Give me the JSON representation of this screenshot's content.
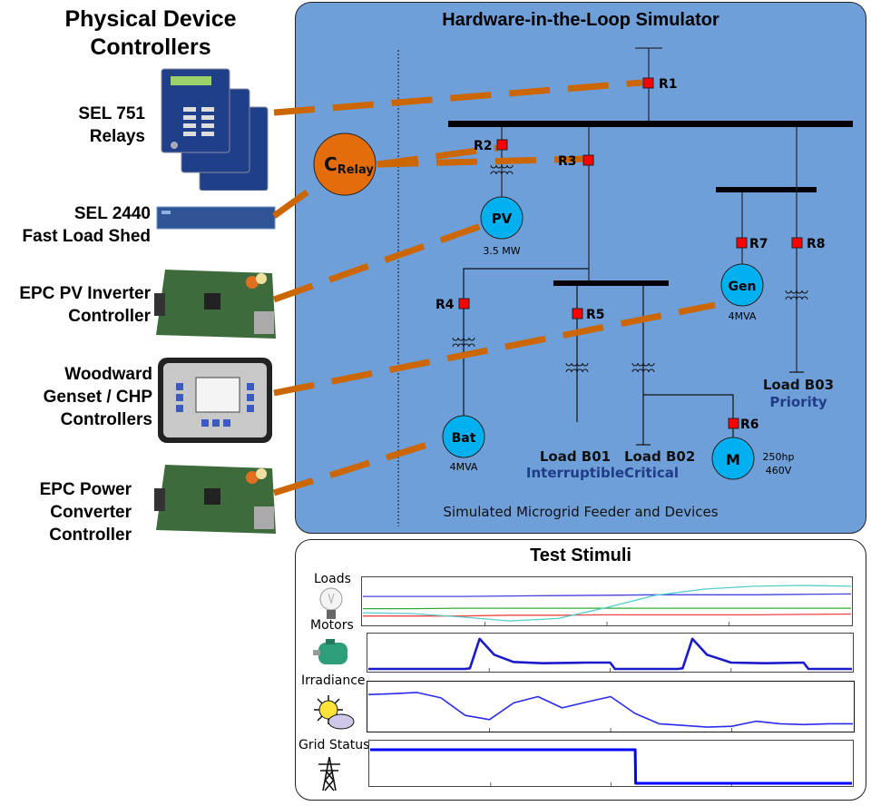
{
  "left": {
    "title_line1": "Physical Device",
    "title_line2": "Controllers",
    "devices": [
      {
        "line1": "SEL 751",
        "line2": "Relays",
        "icon": "relay-device-icon"
      },
      {
        "line1": "SEL 2440",
        "line2": "Fast Load Shed",
        "icon": "load-shed-device-icon"
      },
      {
        "line1": "EPC PV Inverter",
        "line2": "Controller",
        "icon": "circuit-board-icon"
      },
      {
        "line1": "Woodward",
        "line2": "Genset / CHP",
        "line3": "Controllers",
        "icon": "genset-controller-icon"
      },
      {
        "line1": "EPC Power",
        "line2": "Converter",
        "line3": "Controller",
        "icon": "circuit-board-icon"
      }
    ]
  },
  "hil": {
    "title": "Hardware-in-the-Loop Simulator",
    "caption": "Simulated Microgrid Feeder and Devices",
    "controller": {
      "main": "C",
      "sub": "Relay"
    },
    "relays": [
      "R1",
      "R2",
      "R3",
      "R4",
      "R5",
      "R6",
      "R7",
      "R8"
    ],
    "sources": {
      "pv": {
        "label": "PV",
        "rating": "3.5 MW"
      },
      "gen": {
        "label": "Gen",
        "rating": "4MVA"
      },
      "bat": {
        "label": "Bat",
        "rating": "4MVA"
      },
      "motor": {
        "label": "M",
        "rating1": "250hp",
        "rating2": "460V"
      }
    },
    "loads": [
      {
        "name": "Load B01",
        "class": "Interruptible"
      },
      {
        "name": "Load B02",
        "class": "Critical"
      },
      {
        "name": "Load B03",
        "class": "Priority"
      }
    ],
    "colors": {
      "panel": "#6f9fd8",
      "relay": "#ff0000",
      "source": "#00b0f0",
      "controller": "#e46c0a",
      "link": "#cc6600",
      "load_class": "#1f3c88"
    }
  },
  "stimuli": {
    "title": "Test Stimuli",
    "rows": [
      {
        "label": "Loads",
        "icon": "light-bulb-icon"
      },
      {
        "label": "Motors",
        "icon": "electric-motor-icon"
      },
      {
        "label": "Irradiance",
        "icon": "sun-cloud-icon"
      },
      {
        "label": "Grid Status",
        "icon": "transmission-tower-icon"
      }
    ]
  },
  "chart_data": [
    {
      "type": "line",
      "title": "Loads",
      "xlabel": "",
      "ylabel": "",
      "x": [
        0,
        0.1,
        0.2,
        0.3,
        0.4,
        0.5,
        0.6,
        0.7,
        0.8,
        0.9,
        1.0
      ],
      "ylim": [
        0,
        1
      ],
      "series": [
        {
          "name": "load-blue",
          "color": "#4444dd",
          "values": [
            0.62,
            0.62,
            0.62,
            0.63,
            0.64,
            0.65,
            0.66,
            0.66,
            0.66,
            0.67,
            0.68
          ]
        },
        {
          "name": "load-green",
          "color": "#33aa33",
          "values": [
            0.32,
            0.32,
            0.33,
            0.33,
            0.33,
            0.33,
            0.33,
            0.33,
            0.33,
            0.33,
            0.33
          ]
        },
        {
          "name": "load-red",
          "color": "#ee4444",
          "values": [
            0.14,
            0.14,
            0.14,
            0.16,
            0.16,
            0.17,
            0.17,
            0.17,
            0.17,
            0.18,
            0.19
          ]
        },
        {
          "name": "load-cyan",
          "color": "#55cccc",
          "values": [
            0.22,
            0.2,
            0.12,
            0.02,
            0.08,
            0.35,
            0.65,
            0.8,
            0.87,
            0.89,
            0.87
          ]
        }
      ]
    },
    {
      "type": "line",
      "title": "Motors",
      "x": [
        0,
        0.2,
        0.21,
        0.23,
        0.26,
        0.3,
        0.36,
        0.45,
        0.5,
        0.51,
        0.64,
        0.65,
        0.67,
        0.7,
        0.75,
        0.82,
        0.9,
        0.91,
        1.0
      ],
      "ylim": [
        0,
        1
      ],
      "series": [
        {
          "name": "motor-current",
          "color": "#1a1acc",
          "values": [
            0,
            0,
            0.02,
            0.95,
            0.45,
            0.22,
            0.18,
            0.2,
            0.2,
            0,
            0,
            0.02,
            0.95,
            0.45,
            0.2,
            0.18,
            0.2,
            0,
            0
          ]
        }
      ]
    },
    {
      "type": "line",
      "title": "Irradiance",
      "x": [
        0,
        0.05,
        0.1,
        0.15,
        0.2,
        0.25,
        0.3,
        0.35,
        0.4,
        0.45,
        0.5,
        0.55,
        0.6,
        0.65,
        0.7,
        0.75,
        0.8,
        0.85,
        0.9,
        0.95,
        1.0
      ],
      "ylim": [
        0,
        1
      ],
      "series": [
        {
          "name": "irradiance",
          "color": "#2a2aee",
          "values": [
            0.8,
            0.82,
            0.85,
            0.72,
            0.3,
            0.2,
            0.6,
            0.75,
            0.48,
            0.62,
            0.75,
            0.35,
            0.1,
            0.06,
            0.02,
            0.04,
            0.16,
            0.1,
            0.08,
            0.1,
            0.1
          ]
        }
      ]
    },
    {
      "type": "line",
      "title": "Grid Status",
      "x": [
        0,
        0.55,
        0.551,
        1.0
      ],
      "ylim": [
        0,
        1
      ],
      "series": [
        {
          "name": "grid-status",
          "color": "#0000ff",
          "values": [
            1,
            1,
            0,
            0
          ]
        }
      ]
    }
  ]
}
